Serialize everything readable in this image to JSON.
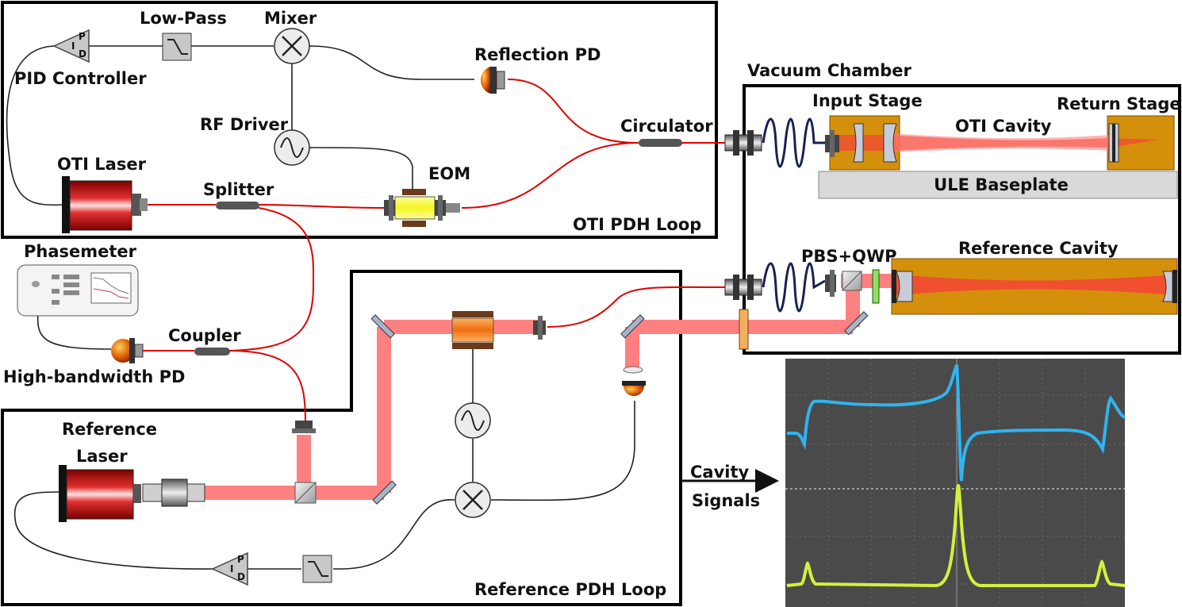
{
  "labels": {
    "low_pass": "Low-Pass",
    "mixer": "Mixer",
    "pid_controller": "PID Controller",
    "reflection_pd": "Reflection PD",
    "vacuum_chamber": "Vacuum Chamber",
    "rf_driver": "RF Driver",
    "circulator": "Circulator",
    "input_stage": "Input Stage",
    "oti_cavity": "OTI Cavity",
    "return_stage": "Return Stage",
    "oti_laser": "OTI Laser",
    "eom": "EOM",
    "splitter": "Splitter",
    "uleb": "ULE Baseplate",
    "oti_pdh_loop": "OTI PDH Loop",
    "phasemeter": "Phasemeter",
    "pbs_qwp": "PBS+QWP",
    "reference_cavity": "Reference Cavity",
    "coupler": "Coupler",
    "hb_pd": "High-bandwidth PD",
    "reference_laser_1": "Reference",
    "reference_laser_2": "Laser",
    "cavity_signals_1": "Cavity",
    "cavity_signals_2": "Signals",
    "reference_pdh_loop": "Reference PDH Loop",
    "pid_letters": [
      "P",
      "I",
      "D"
    ]
  },
  "colors": {
    "fiber": "#e00000",
    "beam": "#ff8080",
    "cavity_body": "#d4900a",
    "baseplate": "#d9d9d9",
    "scope_bg": "#4a4a4a",
    "trace_blue": "#2fb4f0",
    "trace_yellow": "#d6f03a"
  }
}
